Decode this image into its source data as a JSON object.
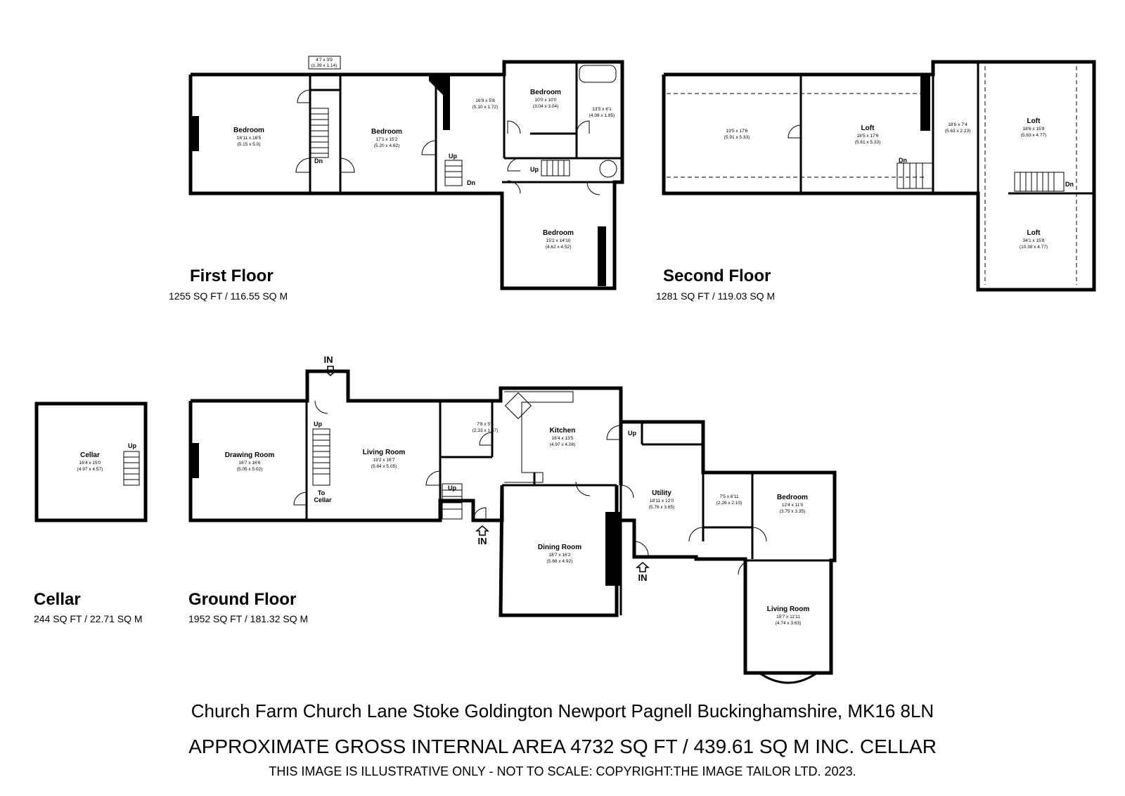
{
  "floors": {
    "first": {
      "title": "First Floor",
      "area": "1255 SQ FT / 116.55 SQ M"
    },
    "second": {
      "title": "Second Floor",
      "area": "1281 SQ FT / 119.03 SQ M"
    },
    "cellar": {
      "title": "Cellar",
      "area": "244 SQ FT / 22.71 SQ M"
    },
    "ground": {
      "title": "Ground Floor",
      "area": "1952 SQ FT / 181.32 SQ M"
    }
  },
  "rooms": {
    "ff_bed1": {
      "name": "Bedroom",
      "dim1": "16'11 x 16'5",
      "dim2": "(5.15 x 5.0)"
    },
    "ff_bed2": {
      "name": "Bedroom",
      "dim1": "17'1 x 15'2",
      "dim2": "(5.20 x 4.62)"
    },
    "ff_bed3": {
      "name": "Bedroom",
      "dim1": "10'0 x 10'0",
      "dim2": "(3.04 x 3.04)"
    },
    "ff_bed4": {
      "name": "Bedroom",
      "dim1": "15'2 x 14'10",
      "dim2": "(4.62 x 4.52)"
    },
    "ff_wc": {
      "dim1": "4'7 x 3'9",
      "dim2": "(1.39 x 1.14)"
    },
    "ff_landing": {
      "dim1": "16'9 x 5'8",
      "dim2": "(5.10 x 1.72)"
    },
    "ff_bath": {
      "dim1": "13'5 x 6'1",
      "dim2": "(4.08 x 1.85)"
    },
    "sf_room1": {
      "dim1": "19'5 x 17'6",
      "dim2": "(5.91 x 5.33)"
    },
    "sf_loft1": {
      "name": "Loft",
      "dim1": "18'5 x 17'6",
      "dim2": "(5.61 x 5.33)"
    },
    "sf_landing": {
      "dim1": "18'6 x 7'4",
      "dim2": "(5.63 x 2.23)"
    },
    "sf_loft2": {
      "name": "Loft",
      "dim1": "18'6 x 15'8",
      "dim2": "(5.63 x 4.77)"
    },
    "sf_loft3": {
      "name": "Loft",
      "dim1": "34'1 x 15'8",
      "dim2": "(10.38 x 4.77)"
    },
    "cellar": {
      "name": "Cellar",
      "dim1": "16'4 x 15'0",
      "dim2": "(4.97 x 4.57)"
    },
    "gf_drawing": {
      "name": "Drawing Room",
      "dim1": "16'7 x 16'6",
      "dim2": "(5.05 x 5.02)"
    },
    "gf_living1": {
      "name": "Living Room",
      "dim1": "19'2 x 16'7",
      "dim2": "(5.84 x 5.05)"
    },
    "gf_wc": {
      "dim1": "7'8 x 5'2",
      "dim2": "(2.33 x 1.57)"
    },
    "gf_kitchen": {
      "name": "Kitchen",
      "dim1": "16'4 x 13'5",
      "dim2": "(4.97 x 4.08)"
    },
    "gf_dining": {
      "name": "Dining Room",
      "dim1": "18'7 x 16'2",
      "dim2": "(5.66 x 4.92)"
    },
    "gf_utility": {
      "name": "Utility",
      "dim1": "18'11 x 12'0",
      "dim2": "(5.76 x 3.65)"
    },
    "gf_shower": {
      "dim1": "7'5 x 6'11",
      "dim2": "(2.26 x 2.10)"
    },
    "gf_bed": {
      "name": "Bedroom",
      "dim1": "12'4 x 11'0",
      "dim2": "(3.75 x 3.35)"
    },
    "gf_living2": {
      "name": "Living Room",
      "dim1": "15'7 x 11'11",
      "dim2": "(4.74 x 3.63)"
    }
  },
  "labels": {
    "up": "Up",
    "dn": "Dn",
    "in": "IN",
    "to": "To",
    "cellar": "Cellar"
  },
  "footer": {
    "address": "Church Farm Church Lane Stoke Goldington Newport Pagnell Buckinghamshire, MK16 8LN",
    "gross_area": "APPROXIMATE GROSS INTERNAL AREA 4732 SQ FT / 439.61 SQ M INC. CELLAR",
    "copyright": "THIS IMAGE IS ILLUSTRATIVE ONLY - NOT TO SCALE: COPYRIGHT:THE IMAGE TAILOR LTD. 2023."
  }
}
